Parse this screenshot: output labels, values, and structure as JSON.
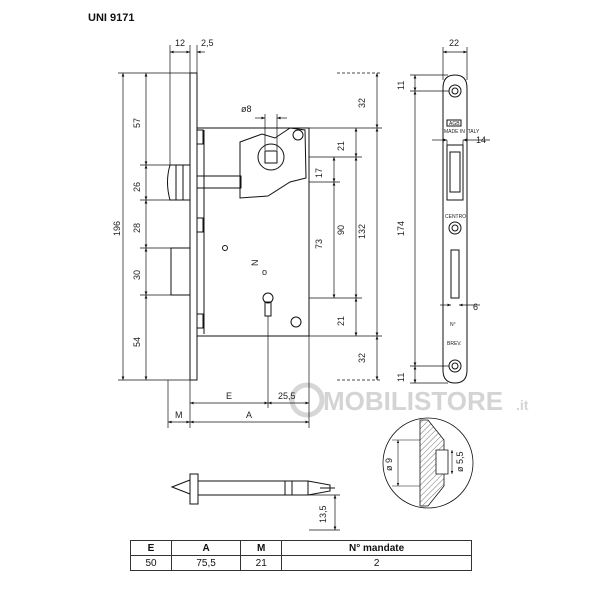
{
  "title": "UNI 9171",
  "dimensions": {
    "front_width": "12",
    "front_thickness": "2,5",
    "height_total": "196",
    "seg_top": "57",
    "seg_latch": "26",
    "seg_28": "28",
    "seg_30": "30",
    "seg_54": "54",
    "top_32": "32",
    "bottom_32": "32",
    "h21_top": "21",
    "h21_bottom": "21",
    "h17": "17",
    "h73": "73",
    "h90": "90",
    "h132": "132",
    "diam8": "ø8",
    "bolt_N": "N",
    "dim_E": "E",
    "dim_A": "A",
    "dim_M": "M",
    "dim_25_5": "25,5",
    "plate_width": "22",
    "plate_11_top": "11",
    "plate_174": "174",
    "plate_11_bottom": "11",
    "plate_14": "14",
    "plate_6": "6",
    "plate_N": "N°",
    "plate_brev": "BREV.",
    "plate_centro": "CENTRO",
    "plate_agb": "AGB",
    "plate_made": "MADE IN ITALY",
    "detail_d9": "ø 9",
    "detail_d5_5": "ø 5,5",
    "latch_13_5": "13,5"
  },
  "watermark": {
    "main": "MOBILISTORE",
    "suffix": ".it"
  },
  "table": {
    "headers": [
      "E",
      "A",
      "M",
      "N° mandate"
    ],
    "rows": [
      [
        "50",
        "75,5",
        "21",
        "2"
      ]
    ]
  }
}
